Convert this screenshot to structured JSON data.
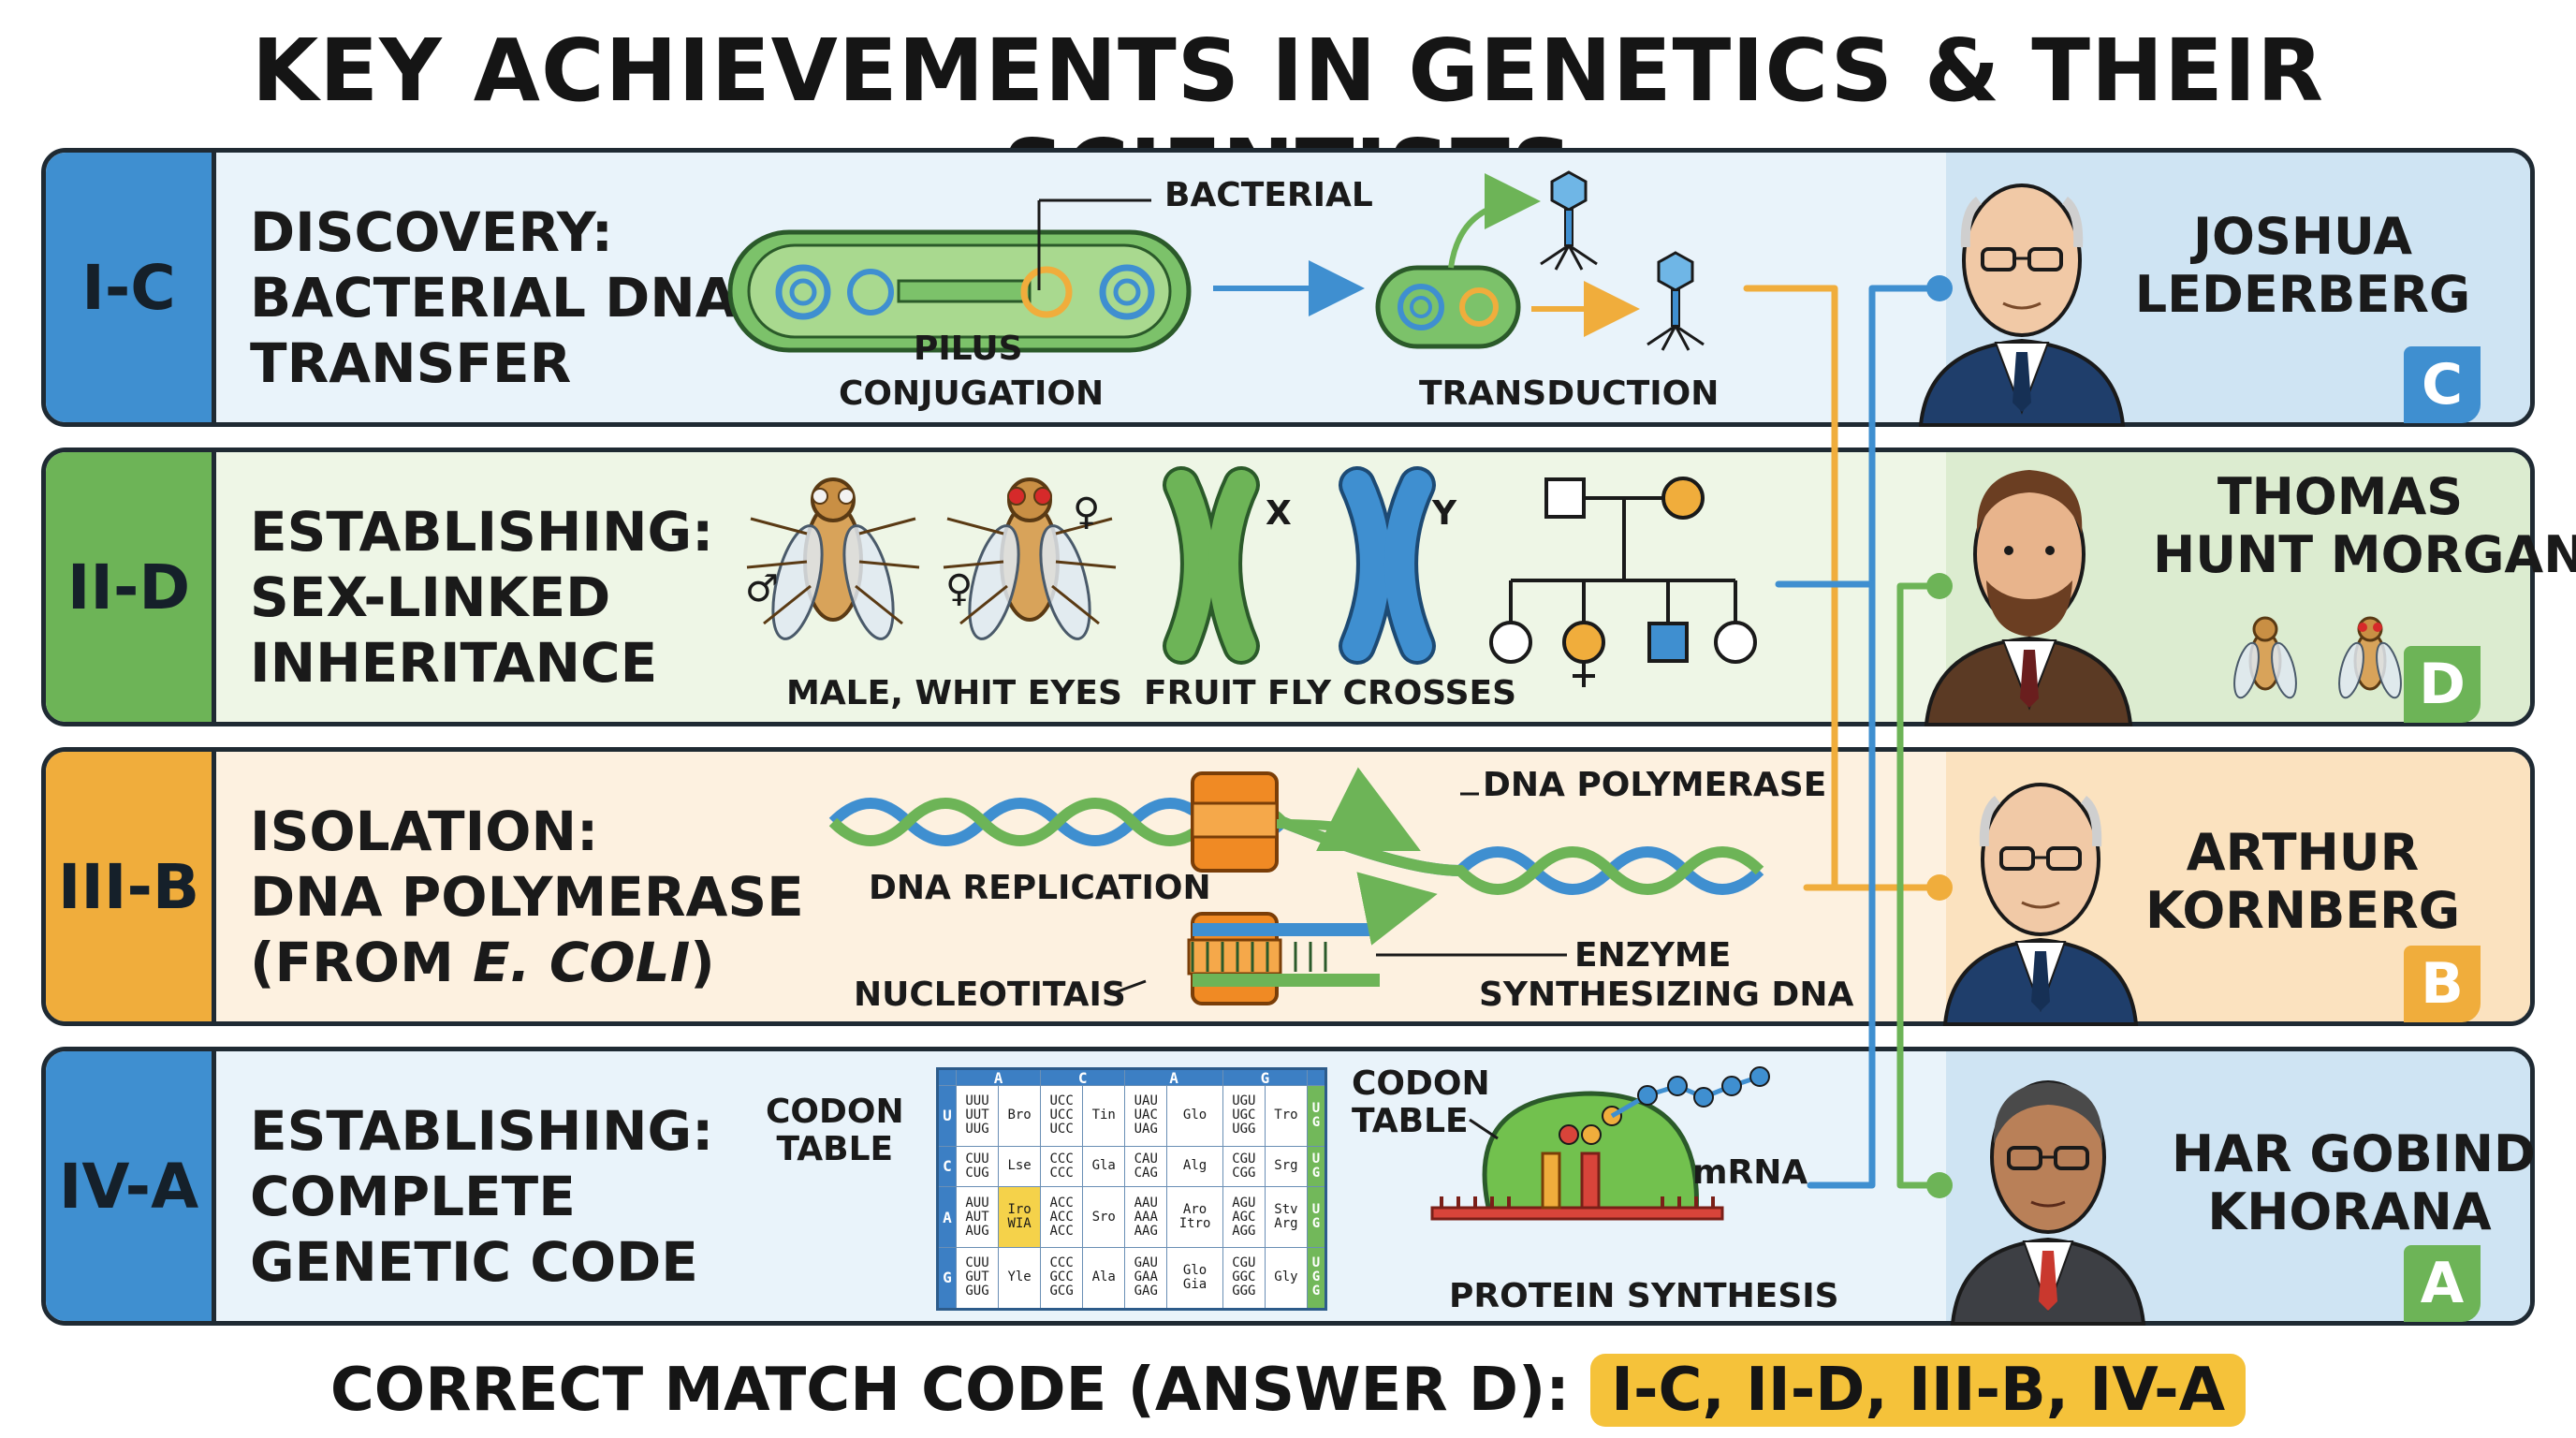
{
  "title": "KEY ACHIEVEMENTS IN GENETICS & THEIR SCIENTISTS",
  "colors": {
    "blue": "#3f8fd0",
    "green": "#6db457",
    "orange": "#f0ad3c",
    "highlight": "#f5c23a",
    "border": "#1f2a33"
  },
  "rows": [
    {
      "code": "I-C",
      "desc": [
        "DISCOVERY:",
        "BACTERIAL DNA",
        "TRANSFER"
      ],
      "labels": {
        "bacterial": "BACTERIAL",
        "pilus": "PILUS",
        "conjugation": "CONJUGATION",
        "transduction": "TRANSDUCTION"
      },
      "scientist": [
        "JOSHUA",
        "LEDERBERG"
      ],
      "letter": "C"
    },
    {
      "code": "II-D",
      "desc": [
        "ESTABLISHING:",
        "SEX-LINKED",
        "INHERITANCE"
      ],
      "labels": {
        "male": "♂",
        "female_a": "♀",
        "female_b": "♀",
        "male_white": "MALE, WHIT EYES",
        "x": "X",
        "y": "Y",
        "crosses": "FRUIT FLY CROSSES"
      },
      "scientist": [
        "THOMAS",
        "HUNT MORGAN"
      ],
      "letter": "D"
    },
    {
      "code": "III-B",
      "desc": [
        "ISOLATION:",
        "DNA POLYMERASE"
      ],
      "desc_paren_open": "(FROM ",
      "desc_italic": "E. COLI",
      "desc_paren_close": ")",
      "labels": {
        "polymerase": "DNA POLYMERASE",
        "replication": "DNA REPLICATION",
        "enzyme": "ENZYME",
        "synth": "SYNTHESIZING DNA",
        "nucleotides": "NUCLEOTITAIS"
      },
      "scientist": [
        "ARTHUR",
        "KORNBERG"
      ],
      "letter": "B"
    },
    {
      "code": "IV-A",
      "desc": [
        "ESTABLISHING:",
        "COMPLETE",
        "GENETIC CODE"
      ],
      "labels": {
        "codon1": [
          "CODON",
          "TABLE"
        ],
        "codon2": [
          "CODON",
          "TABLE"
        ],
        "mrna": "mRNA",
        "protein": "PROTEIN SYNTHESIS"
      },
      "scientist": [
        "HAR GOBIND",
        "KHORANA"
      ],
      "letter": "A"
    }
  ],
  "codon_table": {
    "headers": [
      "A",
      "C",
      "A",
      "G"
    ],
    "rows": [
      {
        "left": "U",
        "right": "U\nG",
        "cells": [
          [
            "UUU\nUUT\nUUG",
            "Bro"
          ],
          [
            "UCC\nUCC\nUCC",
            "Tin"
          ],
          [
            "UAU\nUAC\nUAG",
            "Glo"
          ],
          [
            "UGU\nUGC\nUGG",
            "Tro"
          ]
        ]
      },
      {
        "left": "C",
        "right": "U\nG",
        "cells": [
          [
            "CUU\nCUG",
            "Lse"
          ],
          [
            "CCC\nCCC",
            "Gla"
          ],
          [
            "CAU\nCAG",
            "Alg"
          ],
          [
            "CGU\nCGG",
            "Srg"
          ]
        ]
      },
      {
        "left": "A",
        "right": "U\nG",
        "cells": [
          [
            "AUU\nAUT\nAUG",
            "Iro\nWIA"
          ],
          [
            "ACC\nACC\nACC",
            "Sro"
          ],
          [
            "AAU\nAAA\nAAG",
            "Aro\nItro"
          ],
          [
            "AGU\nAGC\nAGG",
            "Stv\nArg"
          ]
        ]
      },
      {
        "left": "G",
        "right": "U\nG\nG",
        "cells": [
          [
            "CUU\nGUT\nGUG",
            "Yle"
          ],
          [
            "CCC\nGCC\nGCG",
            "Ala"
          ],
          [
            "GAU\nGAA\nGAG",
            "Glo\nGia"
          ],
          [
            "CGU\nGGC\nGGG",
            "Gly"
          ]
        ]
      }
    ]
  },
  "footer": {
    "prefix": "CORRECT MATCH CODE (ANSWER D): ",
    "answer": "I-C, II-D, III-B, IV-A"
  }
}
